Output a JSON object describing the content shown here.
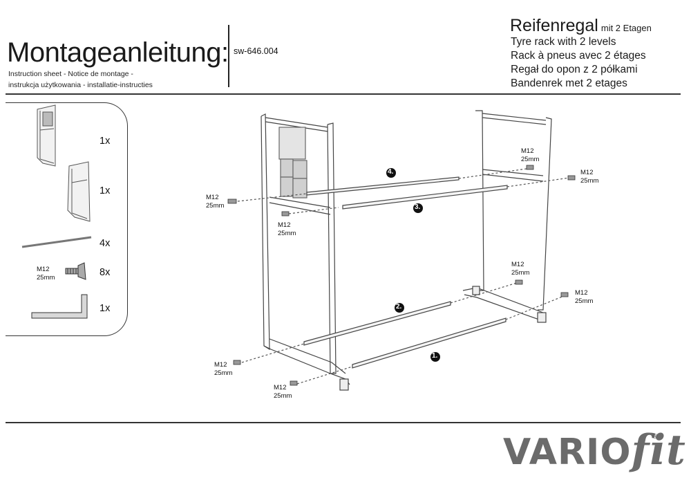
{
  "header": {
    "title": "Montageanleitung:",
    "subtitle_line1": "Instruction sheet - Notice de montage -",
    "subtitle_line2": "instrukcja użytkowania - installatie-instructies",
    "article_code": "sw-646.004",
    "product_name": "Reifenregal",
    "product_levels_de": "mit 2 Etagen",
    "translations": [
      "Tyre rack with 2 levels",
      "Rack à pneus avec 2 étages",
      "Regał do opon z 2 półkami",
      "Bandenrek met 2 etages"
    ]
  },
  "parts": [
    {
      "qty": "1x",
      "icon": "side-frame-part-icon"
    },
    {
      "qty": "1x",
      "icon": "side-frame-part-icon"
    },
    {
      "qty": "4x",
      "icon": "tube-part-icon"
    },
    {
      "qty": "8x",
      "icon": "screw-part-icon",
      "spec_line1": "M12",
      "spec_line2": "25mm"
    },
    {
      "qty": "1x",
      "icon": "hex-key-icon"
    }
  ],
  "diagram": {
    "tube_numbers": [
      "1.",
      "2.",
      "3.",
      "4."
    ],
    "screw_label": "M12",
    "screw_length": "25mm"
  },
  "brand": {
    "name_part1": "VARIO",
    "name_part2": "fit",
    "registered": "®",
    "color": "#6b6b6b"
  }
}
